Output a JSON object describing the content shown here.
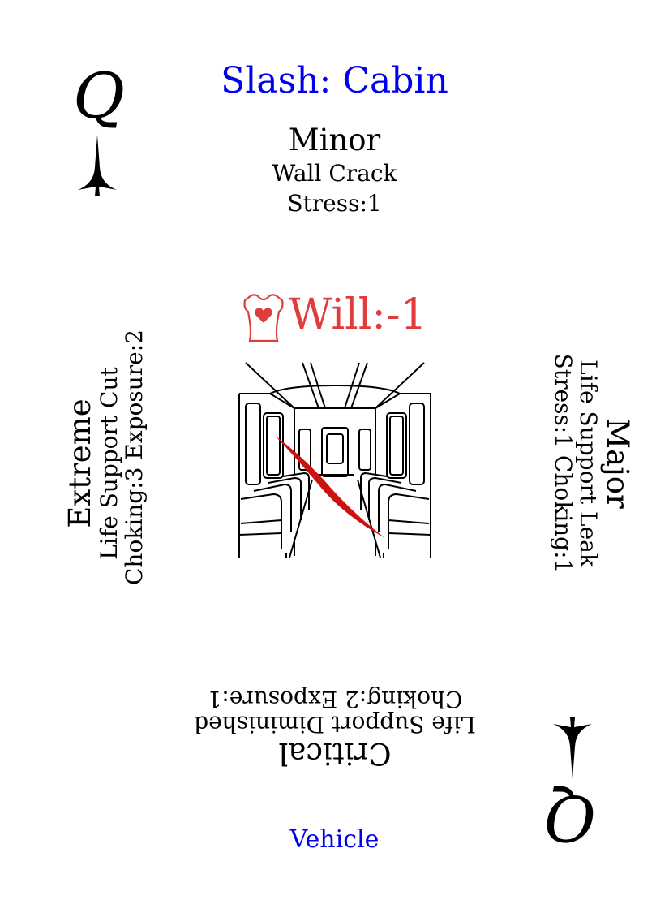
{
  "card": {
    "rank": "Q",
    "title": "Slash: Cabin",
    "title_color": "#0000ee",
    "footer": "Vehicle",
    "footer_color": "#0000ee",
    "suit_icon": "spade-pip-icon"
  },
  "stat": {
    "icon": "heart-torso-icon",
    "text": "Will:-1",
    "color": "#e03c3c"
  },
  "illustration": {
    "icon": "train-cabin-slash-icon",
    "slash_color": "#cc1111"
  },
  "injuries": {
    "minor": {
      "severity": "Minor",
      "name": "Wall Crack",
      "effects": "Stress:1"
    },
    "major": {
      "severity": "Major",
      "name": "Life Support Leak",
      "effects": "Stress:1 Choking:1"
    },
    "critical": {
      "severity": "Critical",
      "name": "Life Support Diminished",
      "effects": "Choking:2 Exposure:1"
    },
    "extreme": {
      "severity": "Extreme",
      "name": "Life Support Cut",
      "effects": "Choking:3 Exposure:2"
    }
  }
}
